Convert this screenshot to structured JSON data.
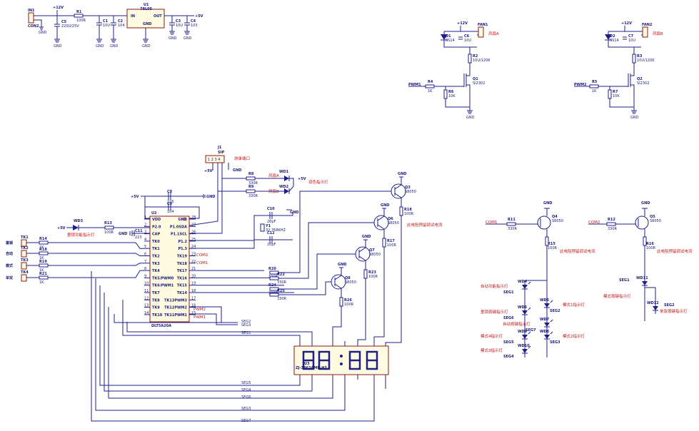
{
  "power": {
    "in_label": "IN1",
    "in_con": "CON2",
    "plus12": "+12V",
    "r1": "R1",
    "r1_val": "100R",
    "c5": "C5",
    "c5_val": "220U/25V",
    "c1": "C1",
    "c1_val": "10U",
    "c2": "C2",
    "c2_val": "104",
    "u1": "U1",
    "u1_part": "78L05",
    "u1_in": "IN",
    "u1_out": "OUT",
    "u1_gnd": "GND",
    "c3": "C3",
    "c3_val": "10U",
    "c4": "C4",
    "c4_val": "103",
    "plus5": "+5V",
    "gnd": "GND"
  },
  "fan_a": {
    "plus12": "+12V",
    "d": "D1",
    "d_part": "SS14",
    "c": "C6",
    "c_val": "10U",
    "con": "FAN1",
    "label": "风扇A",
    "r2": "R2",
    "r2_val": "10U/1206",
    "pwm": "PWM1",
    "r4": "R4",
    "r4_val": "1K",
    "r6": "R6",
    "r6_val": "10K",
    "q": "Q1",
    "q_part": "SI2302",
    "gnd": "GND"
  },
  "fan_b": {
    "plus12": "+12V",
    "d": "D2",
    "d_part": "SS14",
    "c": "C7",
    "c_val": "10U",
    "con": "FAN2",
    "label": "风扇B",
    "r3": "R3",
    "r3_val": "10U/1206",
    "pwm": "PWM2",
    "r5": "R5",
    "r5_val": "1K",
    "r7": "R7",
    "r7_val": "10K",
    "q": "Q2",
    "q_part": "SI2302",
    "gnd": "GND"
  },
  "mcu": {
    "ref": "U2",
    "part": "DLT5A20A",
    "left_pins": [
      {
        "n": "1",
        "name": "VDD"
      },
      {
        "n": "2",
        "name": "P2.0"
      },
      {
        "n": "3",
        "name": "CAP"
      },
      {
        "n": "4",
        "name": "TK0"
      },
      {
        "n": "5",
        "name": "TK1"
      },
      {
        "n": "6",
        "name": "TK2"
      },
      {
        "n": "7",
        "name": "TK3"
      },
      {
        "n": "8",
        "name": "TK4"
      },
      {
        "n": "9",
        "name": "TK5/PWM0"
      },
      {
        "n": "10",
        "name": "TK6/PWM1"
      },
      {
        "n": "11",
        "name": "TK7"
      },
      {
        "n": "12",
        "name": "TK8"
      },
      {
        "n": "13",
        "name": "TK9"
      },
      {
        "n": "14",
        "name": "TK10"
      }
    ],
    "right_pins": [
      {
        "n": "28",
        "name": "GND"
      },
      {
        "n": "27",
        "name": "P1.0SDA"
      },
      {
        "n": "26",
        "name": "P1.1SCL"
      },
      {
        "n": "25",
        "name": "P1.2"
      },
      {
        "n": "24",
        "name": "P1.3"
      },
      {
        "n": "23",
        "name": "TK19"
      },
      {
        "n": "22",
        "name": "TK18"
      },
      {
        "n": "21",
        "name": "TK17"
      },
      {
        "n": "20",
        "name": "TK16"
      },
      {
        "n": "19",
        "name": "TK15"
      },
      {
        "n": "18",
        "name": "TK14"
      },
      {
        "n": "17",
        "name": "TK13PWM3"
      },
      {
        "n": "16",
        "name": "TK12PWM2"
      },
      {
        "n": "15",
        "name": "TK11PWM1"
      }
    ]
  },
  "mcu_nets": {
    "com2": "COM2",
    "com1": "COM1",
    "pwm2": "PWM2",
    "pwm1": "PWM1",
    "plus5": "+5V",
    "gnd": "GND"
  },
  "decoupling": {
    "c8": "C8",
    "c8_val": "226",
    "c9": "C9",
    "c9_val": "104",
    "c11": "C11",
    "c11_val": "223",
    "gnd_label": "GND"
  },
  "prog": {
    "ref": "J1",
    "part": "SIP",
    "label": "烧录端口",
    "plus5": "+5V",
    "gnd": "GND",
    "pins": "1 2 3 4"
  },
  "bicolor": {
    "r8": "R8",
    "r8_val": "330R",
    "r9": "R9",
    "r9_val": "330R",
    "wd1": "WD1",
    "wd2": "WD2",
    "fan_a": "风扇A",
    "fan_b": "风扇B",
    "label": "双色指示灯",
    "plus5": "+5V"
  },
  "crystal": {
    "c10": "C10",
    "c10_val": "20pF",
    "y1": "Y1",
    "y1_val": "32.768KHZ",
    "c12": "C12",
    "c12_val": "20pF",
    "gnd": "GND"
  },
  "keys": [
    {
      "ref": "TK1",
      "label": "童锁",
      "r": "R14",
      "rv": "1K"
    },
    {
      "ref": "TK2",
      "label": "自动",
      "r": "R18",
      "rv": "1K"
    },
    {
      "ref": "TK3",
      "label": "模式",
      "r": "R19",
      "rv": "1K"
    },
    {
      "ref": "TK4",
      "label": "单双",
      "r": "R21",
      "rv": "1K"
    }
  ],
  "lock_led": {
    "plus5": "+5V",
    "ref": "WD3",
    "r": "R13",
    "rv": "100R",
    "label": "童锁功能指示灯"
  },
  "drivers": [
    {
      "q": "Q3",
      "part": "S8050",
      "r": "R18",
      "rv": "100R",
      "gnd": "GND"
    },
    {
      "q": "Q6",
      "part": "S8050",
      "r": "R17",
      "rv": "100R",
      "gnd": "GND"
    },
    {
      "q": "Q7",
      "part": "S8050",
      "r": "R23",
      "rv": "100R",
      "gnd": "GND"
    },
    {
      "q": "Q8",
      "part": "S8050",
      "r": "R26",
      "rv": "100R",
      "gnd": "GND"
    }
  ],
  "driver_note": "此电阻预留调试电流",
  "base_res": [
    {
      "r": "R20",
      "rv": "330R"
    },
    {
      "r": "R22",
      "rv": "330R"
    },
    {
      "r": "R24",
      "rv": "330R"
    },
    {
      "r": "R25",
      "rv": "330R"
    }
  ],
  "display": {
    "ref": "U3",
    "part": "ZJ-3462AMR-H3",
    "digits": [
      "8",
      "8",
      "8",
      "8"
    ]
  },
  "segs": {
    "seg2": "SEG2",
    "seg3": "SEG3",
    "seg1": "SEG1",
    "seg5": "SEG5",
    "seg4": "SEG4",
    "seg6": "SEG6",
    "seg3b": "SEG3",
    "seg7": "SEG7"
  },
  "led_matrix_a": {
    "com": "COM1",
    "r11": "R11",
    "r11_val": "330R",
    "q": "Q4",
    "q_part": "S8050",
    "gnd": "GND",
    "r15": "R15",
    "r15_val": "100R",
    "note": "此电阻预留调试电流",
    "leds": [
      {
        "ref": "WD4",
        "seg": "SEG1",
        "label": "自动功能指示灯"
      },
      {
        "ref": "WD5",
        "seg": "SEG2",
        "label": "模式1指示灯"
      },
      {
        "ref": "WD6",
        "seg": "SEG6",
        "label": "童锁按键指示灯"
      },
      {
        "ref": "WD7",
        "seg": "SEG7",
        "label": "自动按键指示灯"
      },
      {
        "ref": "WD8",
        "seg": "SEG3",
        "label": "模式2指示灯"
      },
      {
        "ref": "WD9",
        "seg": "SEG5",
        "label": "模式4指示灯"
      },
      {
        "ref": "WD10",
        "seg": "SEG4",
        "label": "模式3指示灯"
      }
    ]
  },
  "led_matrix_b": {
    "com": "COM2",
    "r12": "R12",
    "r12_val": "330R",
    "q": "Q5",
    "q_part": "S8050",
    "gnd": "GND",
    "r16": "R16",
    "r16_val": "100R",
    "note": "此电阻预留调试电流",
    "leds": [
      {
        "ref": "WD11",
        "seg": "SEG1",
        "label": "模式按键指示灯"
      },
      {
        "ref": "WD12",
        "seg": "SEG2",
        "label": "单双按键指示灯"
      }
    ]
  }
}
